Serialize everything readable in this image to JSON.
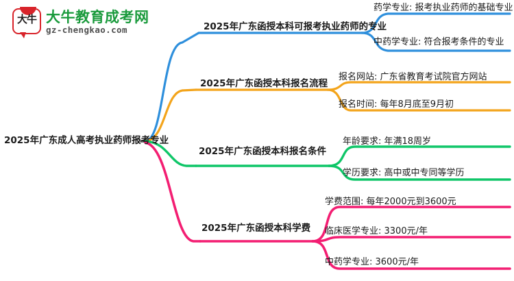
{
  "logo": {
    "mark_text": "大牛",
    "title": "大牛教育成考网",
    "subtitle": "gz-chengkao.com"
  },
  "mindmap": {
    "root": {
      "label": "2025年广东成人高考执业药师报考专业"
    },
    "branches": [
      {
        "label": "2025年广东函授本科可报考执业药师的专业",
        "color": "#2E8FDC",
        "children": [
          {
            "label": "药学专业: 报考执业药师的基础专业"
          },
          {
            "label": "中药学专业: 符合报考条件的专业"
          }
        ]
      },
      {
        "label": "2025年广东函授本科报名流程",
        "color": "#F3A41B",
        "children": [
          {
            "label": "报名网站: 广东省教育考试院官方网站"
          },
          {
            "label": "报名时间: 每年8月底至9月初"
          }
        ]
      },
      {
        "label": "2025年广东函授本科报名条件",
        "color": "#0FC668",
        "children": [
          {
            "label": "年龄要求: 年满18周岁"
          },
          {
            "label": "学历要求: 高中或中专同等学历"
          }
        ]
      },
      {
        "label": "2025年广东函授本科学费",
        "color": "#F31E72",
        "children": [
          {
            "label": "学费范围: 每年2000元到3600元"
          },
          {
            "label": "临床医学专业: 3300元/年"
          },
          {
            "label": "中药学专业: 3600元/年"
          }
        ]
      }
    ]
  }
}
